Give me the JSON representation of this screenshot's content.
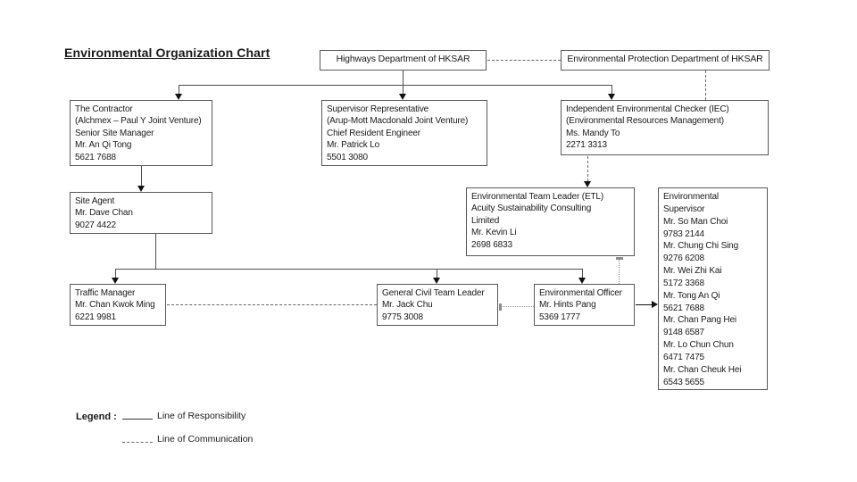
{
  "title": "Environmental Organization Chart",
  "legend": {
    "label": "Legend :",
    "responsibility": "Line of Responsibility",
    "communication": "Line of Communication"
  },
  "colors": {
    "background": "#ffffff",
    "box_border": "#595959",
    "solid_line": "#1a1a1a",
    "dashed_line": "#666666",
    "text": "#1a1a1a"
  },
  "nodes": {
    "highways": {
      "lines": [
        "Highways Department of HKSAR"
      ]
    },
    "epd": {
      "lines": [
        "Environmental Protection Department of HKSAR"
      ]
    },
    "contractor": {
      "lines": [
        "The Contractor",
        "(Alchmex – Paul Y Joint Venture)",
        "Senior Site Manager",
        "Mr. An Qi Tong",
        "5621 7688"
      ]
    },
    "supervisor_representative": {
      "lines": [
        "Supervisor Representative",
        "(Arup-Mott Macdonald Joint Venture)",
        "Chief Resident Engineer",
        "Mr. Patrick Lo",
        "5501 3080"
      ]
    },
    "iec": {
      "lines": [
        "Independent Environmental Checker (IEC)",
        "(Environmental Resources Management)",
        "Ms. Mandy To",
        "2271 3313"
      ]
    },
    "site_agent": {
      "lines": [
        "Site Agent",
        "Mr. Dave Chan",
        "9027 4422"
      ]
    },
    "etl": {
      "lines": [
        "Environmental Team Leader (ETL)",
        "Acuity Sustainability Consulting",
        "Limited",
        "Mr. Kevin Li",
        "2698 6833"
      ]
    },
    "environmental_supervisor": {
      "lines": [
        "Environmental",
        "Supervisor",
        "Mr. So Man Choi",
        "9783 2144",
        "Mr. Chung Chi Sing",
        "9276 6208",
        "Mr. Wei Zhi Kai",
        "5172 3368",
        "Mr. Tong An Qi",
        "5621 7688",
        "Mr. Chan Pang Hei",
        "9148 6587",
        "Mr. Lo Chun Chun",
        "6471 7475",
        "Mr. Chan Cheuk Hei",
        "6543 5655"
      ]
    },
    "traffic_manager": {
      "lines": [
        "Traffic Manager",
        "Mr. Chan Kwok Ming",
        "6221 9981"
      ]
    },
    "general_civil_team_leader": {
      "lines": [
        "General Civil Team Leader",
        "Mr. Jack Chu",
        "9775 3008"
      ]
    },
    "environmental_officer": {
      "lines": [
        "Environmental Officer",
        "Mr. Hints Pang",
        "5369 1777"
      ]
    }
  }
}
